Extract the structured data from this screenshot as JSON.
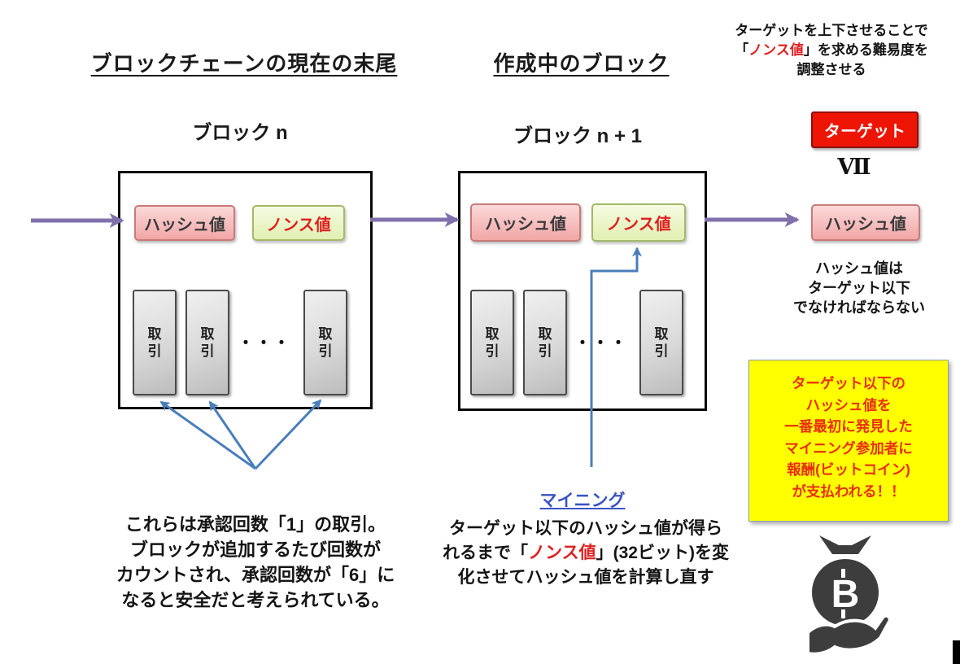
{
  "colors": {
    "accent_red": "#e02020",
    "mining_blue": "#3a53c4",
    "target_red": "#ee1505",
    "highlight_yellow": "#ffff00",
    "arrow_purple": "#8070ac",
    "arrow_blue": "#4a7ebb",
    "bag_dark": "#3d3d3d"
  },
  "labels": {
    "hash": "ハッシュ値",
    "nonce": "ノンス値",
    "tx": "取引",
    "dots": "・・・"
  },
  "left_section": {
    "heading": "ブロックチェーンの現在の末尾",
    "block_label": "ブロック n",
    "confirmation_note": [
      "これらは承認回数「1」の取引。",
      "ブロックが追加するたび回数が",
      "カウントされ、承認回数が「6」に",
      "なると安全だと考えられている。"
    ]
  },
  "middle_section": {
    "heading": "作成中のブロック",
    "block_label": "ブロック n + 1",
    "mining_link": "マイニング",
    "mining_note": {
      "line1": "ターゲット以下のハッシュ値が得ら",
      "line2_pre": "れるまで「",
      "line2_red": "ノンス値",
      "line2_post": "」(32ビット)を変",
      "line3": "化させてハッシュ値を計算し直す"
    }
  },
  "right_section": {
    "difficulty_note": {
      "line1": "ターゲットを上下させることで",
      "line2_pre": "「",
      "line2_red": "ノンス値",
      "line2_post": "」を求める難易度を",
      "line3": "調整させる"
    },
    "target_label": "ターゲット",
    "roman_numeral": "Ⅶ",
    "condition_note": [
      "ハッシュ値は",
      "ターゲット以下",
      "でなければならない"
    ],
    "reward_note": [
      "ターゲット以下の",
      "ハッシュ値を",
      "一番最初に発見した",
      "マイニング参加者に",
      "報酬(ビットコイン)",
      "が支払われる！！"
    ]
  }
}
